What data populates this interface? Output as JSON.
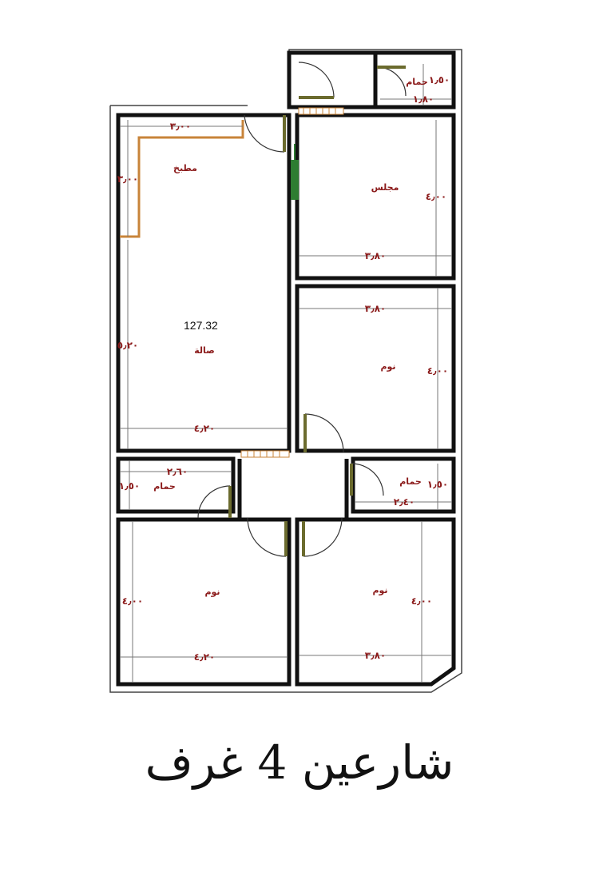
{
  "plan": {
    "area": "127.32",
    "caption": "شارعين 4 غرف",
    "rooms": {
      "kitchen": "مطبخ",
      "majlis": "مجلس",
      "hall": "صالة",
      "bed_right_mid": "نوم",
      "bed_left_bottom": "نوم",
      "bed_right_bottom": "نوم",
      "bath_top": "حمام",
      "bath_left": "حمام",
      "bath_right": "حمام"
    },
    "dims": {
      "kitchen_w": "٣٫٠٠",
      "kitchen_h": "٣٫٠٠",
      "majlis_w": "٣٫٨٠",
      "majlis_h": "٤٫٠٠",
      "hall_w": "٤٫٢٠",
      "hall_h": "٥٫٢٠",
      "bed_mid_w": "٣٫٨٠",
      "bed_mid_h": "٤٫٠٠",
      "bath_top_w": "١٫٨٠",
      "bath_top_h": "١٫٥٠",
      "bath_left_w": "٢٫٦٠",
      "bath_left_h": "١٫٥٠",
      "bath_right_w": "٢٫٤٠",
      "bath_right_h": "١٫٥٠",
      "bed_left_w": "٤٫٢٠",
      "bed_left_h": "٤٫٠٠",
      "bed_right_w": "٣٫٨٠",
      "bed_right_h": "٤٫٠٠"
    }
  }
}
